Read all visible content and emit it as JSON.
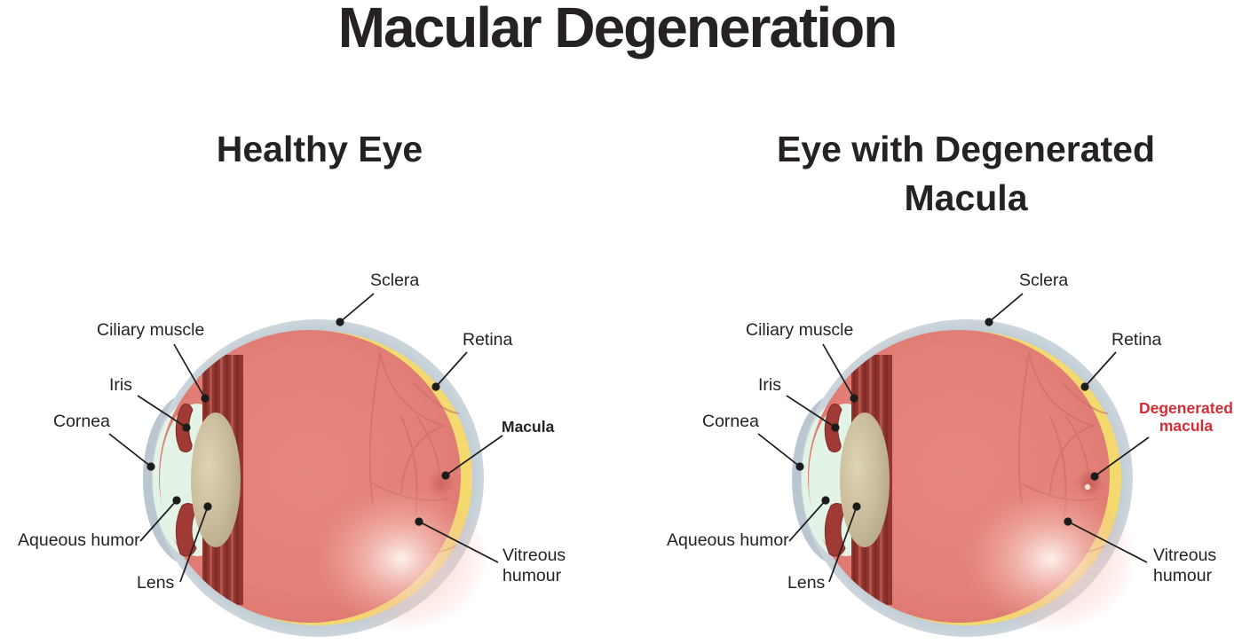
{
  "title": "Macular Degeneration",
  "panels": {
    "healthy": {
      "subtitle": "Healthy Eye",
      "labels": {
        "sclera": "Sclera",
        "ciliary_muscle": "Ciliary muscle",
        "iris": "Iris",
        "cornea": "Cornea",
        "aqueous_humor": "Aqueous humor",
        "lens": "Lens",
        "retina": "Retina",
        "macula": "Macula",
        "vitreous_humour": "Vitreous humour"
      }
    },
    "degenerated": {
      "subtitle": "Eye with Degenerated Macula",
      "labels": {
        "sclera": "Sclera",
        "ciliary_muscle": "Ciliary muscle",
        "iris": "Iris",
        "cornea": "Cornea",
        "aqueous_humor": "Aqueous humor",
        "lens": "Lens",
        "retina": "Retina",
        "degenerated_macula": "Degenerated macula",
        "vitreous_humour": "Vitreous humour"
      }
    }
  },
  "colors": {
    "label_text": "#262222",
    "degenerated_label": "#d22e36",
    "pointer": "#1c1c1c",
    "sclera_ring": "#bac7d1",
    "sclera_ring_light": "#cdd6dc",
    "retina_yellow": "#f3d96e",
    "vitreous_pink": "#e38078",
    "vessel": "#c96b63",
    "cornea_mint": "#e3f4e6",
    "lens_tan": "#c8bb9b",
    "lens_tan_light": "#ddd3b5",
    "iris_red": "#a03a34",
    "ciliary_dark": "#802c28",
    "ciliary_light": "#b2554c",
    "ciliary_base": "#93352f"
  }
}
